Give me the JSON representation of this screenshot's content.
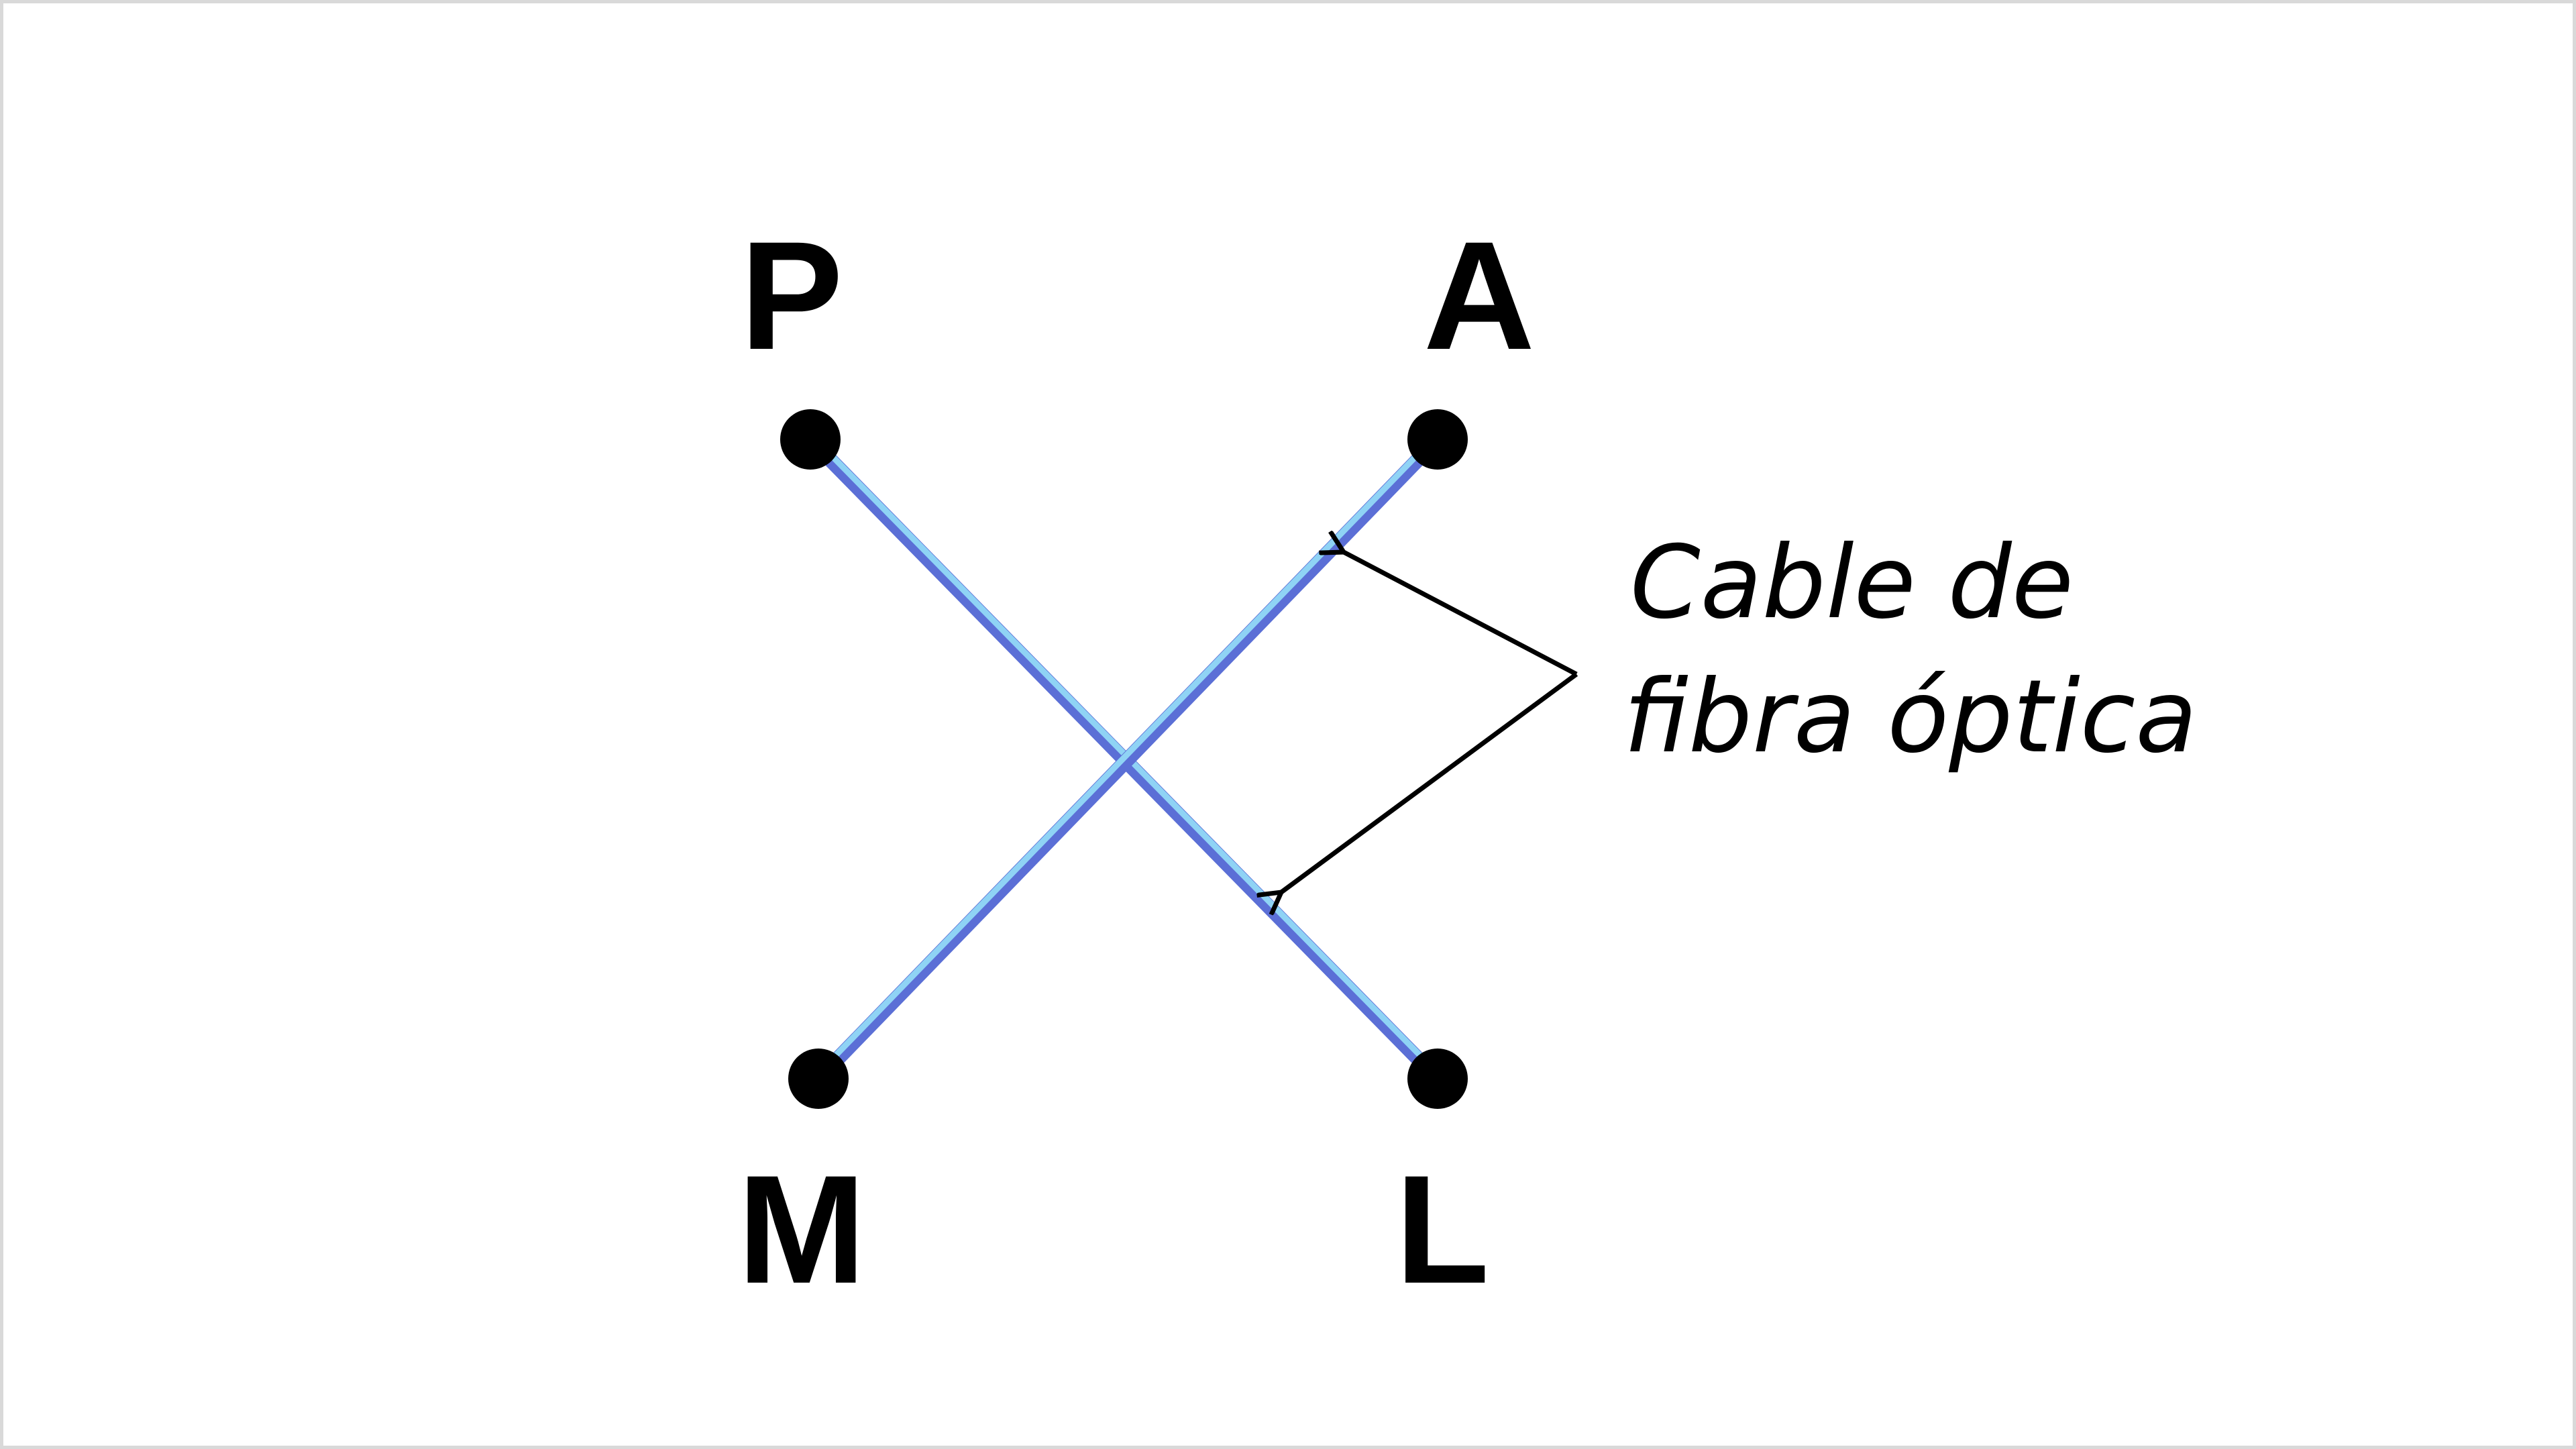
{
  "nodes": {
    "p": {
      "label": "P"
    },
    "a": {
      "label": "A"
    },
    "m": {
      "label": "M"
    },
    "l": {
      "label": "L"
    }
  },
  "cables": [
    {
      "from": "P",
      "to": "L"
    },
    {
      "from": "A",
      "to": "M"
    }
  ],
  "annotation": {
    "line1": "Cable de",
    "line2": "fibra óptica"
  },
  "colors": {
    "cable_outer": "#5b6fd6",
    "cable_inner": "#8fd3f5",
    "node_fill": "#000000",
    "frame_border": "#d9d9d9"
  }
}
